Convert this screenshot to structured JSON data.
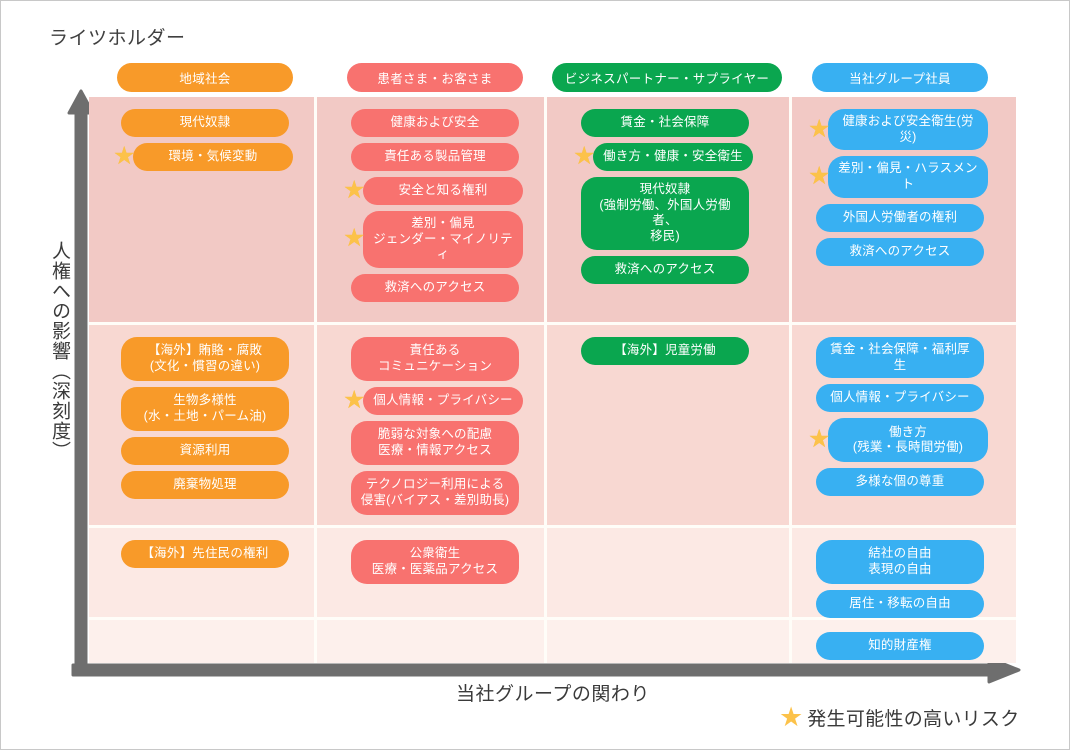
{
  "chart_data": {
    "type": "matrix",
    "title": "ライツホルダー",
    "xlabel": "当社グループの関わり",
    "ylabel": "人権への影響（深刻度）",
    "legend": {
      "star_glyph": "★",
      "label": "発生可能性の高いリスク"
    },
    "colors": {
      "community": "#f89a29",
      "patients": "#f8726f",
      "partners": "#0aa64f",
      "employees": "#38b0f2",
      "band_0": "#f2c9c5",
      "band_1": "#f8d8d2",
      "band_2": "#fce9e4",
      "band_3": "#fdf0ec",
      "axis": "#6e6e6e",
      "star": "#fcc24a"
    },
    "columns": [
      {
        "id": "community",
        "label": "地域社会",
        "color": "#f89a29"
      },
      {
        "id": "patients",
        "label": "患者さま・お客さま",
        "color": "#f8726f"
      },
      {
        "id": "partners",
        "label": "ビジネスパートナー・サプライヤー",
        "color": "#0aa64f"
      },
      {
        "id": "employees",
        "label": "当社グループ社員",
        "color": "#38b0f2"
      }
    ],
    "rows": [
      {
        "id": "row-1",
        "severity": "high"
      },
      {
        "id": "row-2",
        "severity": "medium-high"
      },
      {
        "id": "row-3",
        "severity": "medium"
      },
      {
        "id": "row-4",
        "severity": "low"
      }
    ],
    "cells": [
      {
        "row": 0,
        "col": 0,
        "items": [
          {
            "label": "現代奴隷",
            "star": false,
            "lines": 1
          },
          {
            "label": "環境・気候変動",
            "star": true,
            "lines": 1
          }
        ]
      },
      {
        "row": 0,
        "col": 1,
        "items": [
          {
            "label": "健康および安全",
            "star": false,
            "lines": 1
          },
          {
            "label": "責任ある製品管理",
            "star": false,
            "lines": 1
          },
          {
            "label": "安全と知る権利",
            "star": true,
            "lines": 1
          },
          {
            "label": "差別・偏見\nジェンダー・マイノリティ",
            "star": true,
            "lines": 2
          },
          {
            "label": "救済へのアクセス",
            "star": false,
            "lines": 1
          }
        ]
      },
      {
        "row": 0,
        "col": 2,
        "items": [
          {
            "label": "賃金・社会保障",
            "star": false,
            "lines": 1
          },
          {
            "label": "働き方・健康・安全衛生",
            "star": true,
            "lines": 1
          },
          {
            "label": "現代奴隷\n(強制労働、外国人労働者、\n移民)",
            "star": false,
            "lines": 3
          },
          {
            "label": "救済へのアクセス",
            "star": false,
            "lines": 1
          }
        ]
      },
      {
        "row": 0,
        "col": 3,
        "items": [
          {
            "label": "健康および安全衛生(労災)",
            "star": true,
            "lines": 1
          },
          {
            "label": "差別・偏見・ハラスメント",
            "star": true,
            "lines": 1
          },
          {
            "label": "外国人労働者の権利",
            "star": false,
            "lines": 1
          },
          {
            "label": "救済へのアクセス",
            "star": false,
            "lines": 1
          }
        ]
      },
      {
        "row": 1,
        "col": 0,
        "items": [
          {
            "label": "【海外】賄賂・腐敗\n(文化・慣習の違い)",
            "star": false,
            "lines": 2
          },
          {
            "label": "生物多様性\n(水・土地・パーム油)",
            "star": false,
            "lines": 2
          },
          {
            "label": "資源利用",
            "star": false,
            "lines": 1
          },
          {
            "label": "廃棄物処理",
            "star": false,
            "lines": 1
          }
        ]
      },
      {
        "row": 1,
        "col": 1,
        "items": [
          {
            "label": "責任ある\nコミュニケーション",
            "star": false,
            "lines": 2
          },
          {
            "label": "個人情報・プライバシー",
            "star": true,
            "lines": 1
          },
          {
            "label": "脆弱な対象への配慮\n医療・情報アクセス",
            "star": false,
            "lines": 2
          },
          {
            "label": "テクノロジー利用による\n侵害(バイアス・差別助長)",
            "star": false,
            "lines": 2
          }
        ]
      },
      {
        "row": 1,
        "col": 2,
        "items": [
          {
            "label": "【海外】児童労働",
            "star": false,
            "lines": 1
          }
        ]
      },
      {
        "row": 1,
        "col": 3,
        "items": [
          {
            "label": "賃金・社会保障・福利厚生",
            "star": false,
            "lines": 1
          },
          {
            "label": "個人情報・プライバシー",
            "star": false,
            "lines": 1
          },
          {
            "label": "働き方\n(残業・長時間労働)",
            "star": true,
            "lines": 2
          },
          {
            "label": "多様な個の尊重",
            "star": false,
            "lines": 1
          }
        ]
      },
      {
        "row": 2,
        "col": 0,
        "items": [
          {
            "label": "【海外】先住民の権利",
            "star": false,
            "lines": 1
          }
        ]
      },
      {
        "row": 2,
        "col": 1,
        "items": [
          {
            "label": "公衆衛生\n医療・医薬品アクセス",
            "star": false,
            "lines": 2
          }
        ]
      },
      {
        "row": 2,
        "col": 2,
        "items": []
      },
      {
        "row": 2,
        "col": 3,
        "items": [
          {
            "label": "結社の自由\n表現の自由",
            "star": false,
            "lines": 2
          },
          {
            "label": "居住・移転の自由",
            "star": false,
            "lines": 1
          }
        ]
      },
      {
        "row": 3,
        "col": 0,
        "items": []
      },
      {
        "row": 3,
        "col": 1,
        "items": []
      },
      {
        "row": 3,
        "col": 2,
        "items": []
      },
      {
        "row": 3,
        "col": 3,
        "items": [
          {
            "label": "知的財産権",
            "star": false,
            "lines": 1
          }
        ]
      }
    ]
  }
}
